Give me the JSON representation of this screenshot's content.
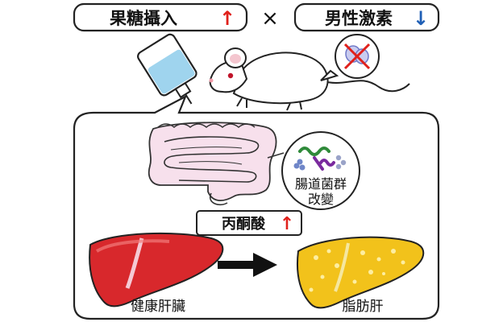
{
  "header": {
    "fructose_label": "果糖攝入",
    "fructose_arrow": "↑",
    "times_sign": "×",
    "androgen_label": "男性激素",
    "androgen_arrow": "↓"
  },
  "microbiota": {
    "line1": "腸道菌群",
    "line2": "改變"
  },
  "pyruvate": {
    "label": "丙酮酸",
    "arrow": "↑"
  },
  "livers": {
    "healthy_label": "健康肝臟",
    "fatty_label": "脂肪肝"
  },
  "colors": {
    "up_arrow": "#e0201b",
    "down_arrow": "#1f5fb5",
    "healthy_liver": "#d8282c",
    "fatty_liver": "#f2c21b",
    "intestine": "#f7e0ec",
    "bacteria_green": "#2f8a3a",
    "bacteria_purple": "#7a2a9e",
    "bacteria_blue": "#6f86c8"
  },
  "icons": [
    "iv-bag-icon",
    "mouse-icon",
    "no-testes-icon",
    "intestine-icon",
    "bacteria-icon",
    "arrow-right-icon",
    "liver-icon"
  ]
}
